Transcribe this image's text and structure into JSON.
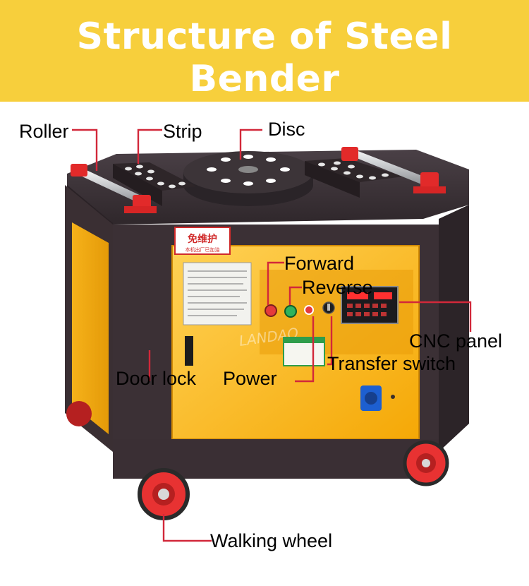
{
  "title": "Structure of Steel Bender",
  "brand_text": "LANDAO",
  "plate_text": "免维护",
  "plate_subtext": "本机出厂已加油",
  "labels": {
    "roller": "Roller",
    "strip": "Strip",
    "disc": "Disc",
    "forward": "Forward",
    "reverse": "Reverse",
    "cnc_panel": "CNC panel",
    "transfer_switch": "Transfer switch",
    "door_lock": "Door lock",
    "power": "Power",
    "walking_wheel": "Walking wheel"
  },
  "colors": {
    "banner": "#f7cf3c",
    "cabinet": "#fbb714",
    "frame": "#3b2f33",
    "accent_red": "#e32b2b",
    "leader_line": "#d2283a"
  }
}
